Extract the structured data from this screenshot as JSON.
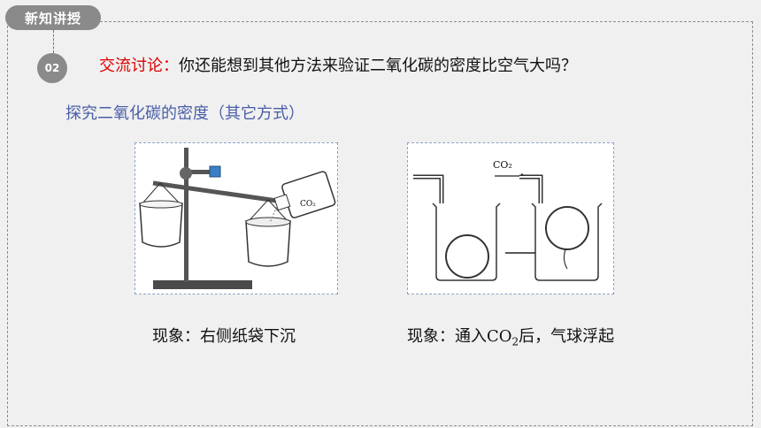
{
  "header": {
    "tag": "新知讲授",
    "number": "02"
  },
  "question": {
    "label": "交流讨论：",
    "text": "你还能想到其他方法来验证二氧化碳的密度比空气大吗？"
  },
  "subtitle": "探究二氧化碳的密度（其它方式）",
  "figure1": {
    "bottle_label": "CO₂"
  },
  "figure2": {
    "gas_label": "CO₂"
  },
  "captions": {
    "left": "现象：右侧纸袋下沉",
    "right_prefix": "现象：通入CO",
    "right_sub": "2",
    "right_suffix": "后，气球浮起"
  }
}
